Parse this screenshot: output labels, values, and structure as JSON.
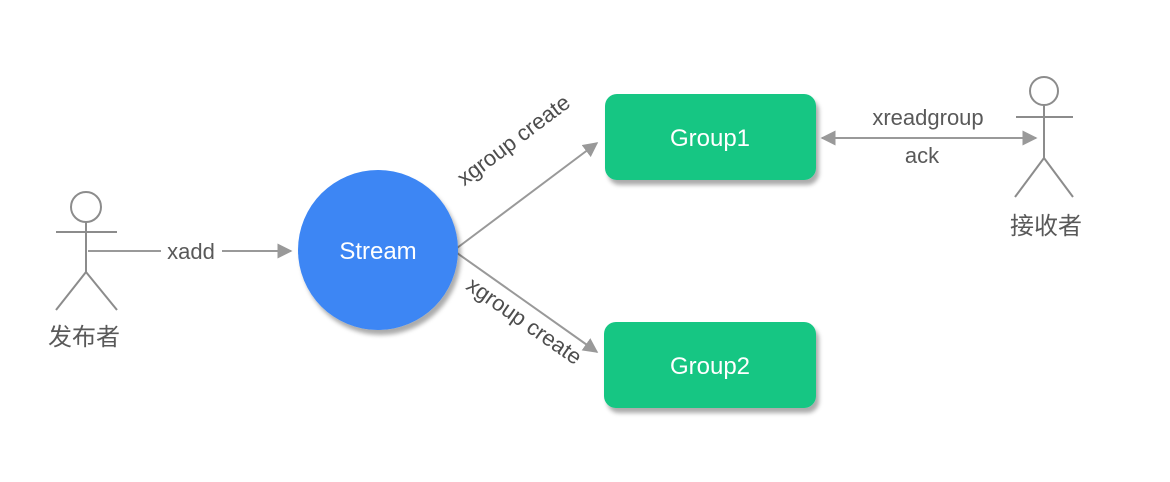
{
  "diagram": {
    "background": "#ffffff",
    "colors": {
      "stream_fill": "#3C86F4",
      "group_fill": "#13C683",
      "node_text": "#FFFFFF",
      "edge_line": "#999999",
      "actor_stroke": "#8C8C8C",
      "label_text": "#595959"
    },
    "nodes": {
      "publisher": {
        "type": "actor",
        "label": "发布者"
      },
      "stream": {
        "type": "circle",
        "label": "Stream",
        "fill": "#3C86F4"
      },
      "group1": {
        "type": "rounded-rect",
        "label": "Group1",
        "fill": "#13C683"
      },
      "group2": {
        "type": "rounded-rect",
        "label": "Group2",
        "fill": "#13C683"
      },
      "receiver": {
        "type": "actor",
        "label": "接收者"
      }
    },
    "edges": {
      "xadd": {
        "label": "xadd",
        "from": "publisher",
        "to": "stream",
        "direction": "single"
      },
      "xgroup_create_1": {
        "label": "xgroup create",
        "from": "stream",
        "to": "group1",
        "direction": "single"
      },
      "xgroup_create_2": {
        "label": "xgroup create",
        "from": "stream",
        "to": "group2",
        "direction": "single"
      },
      "xreadgroup_ack": {
        "label_top": "xreadgroup",
        "label_bottom": "ack",
        "from": "group1",
        "to": "receiver",
        "direction": "double"
      }
    }
  }
}
